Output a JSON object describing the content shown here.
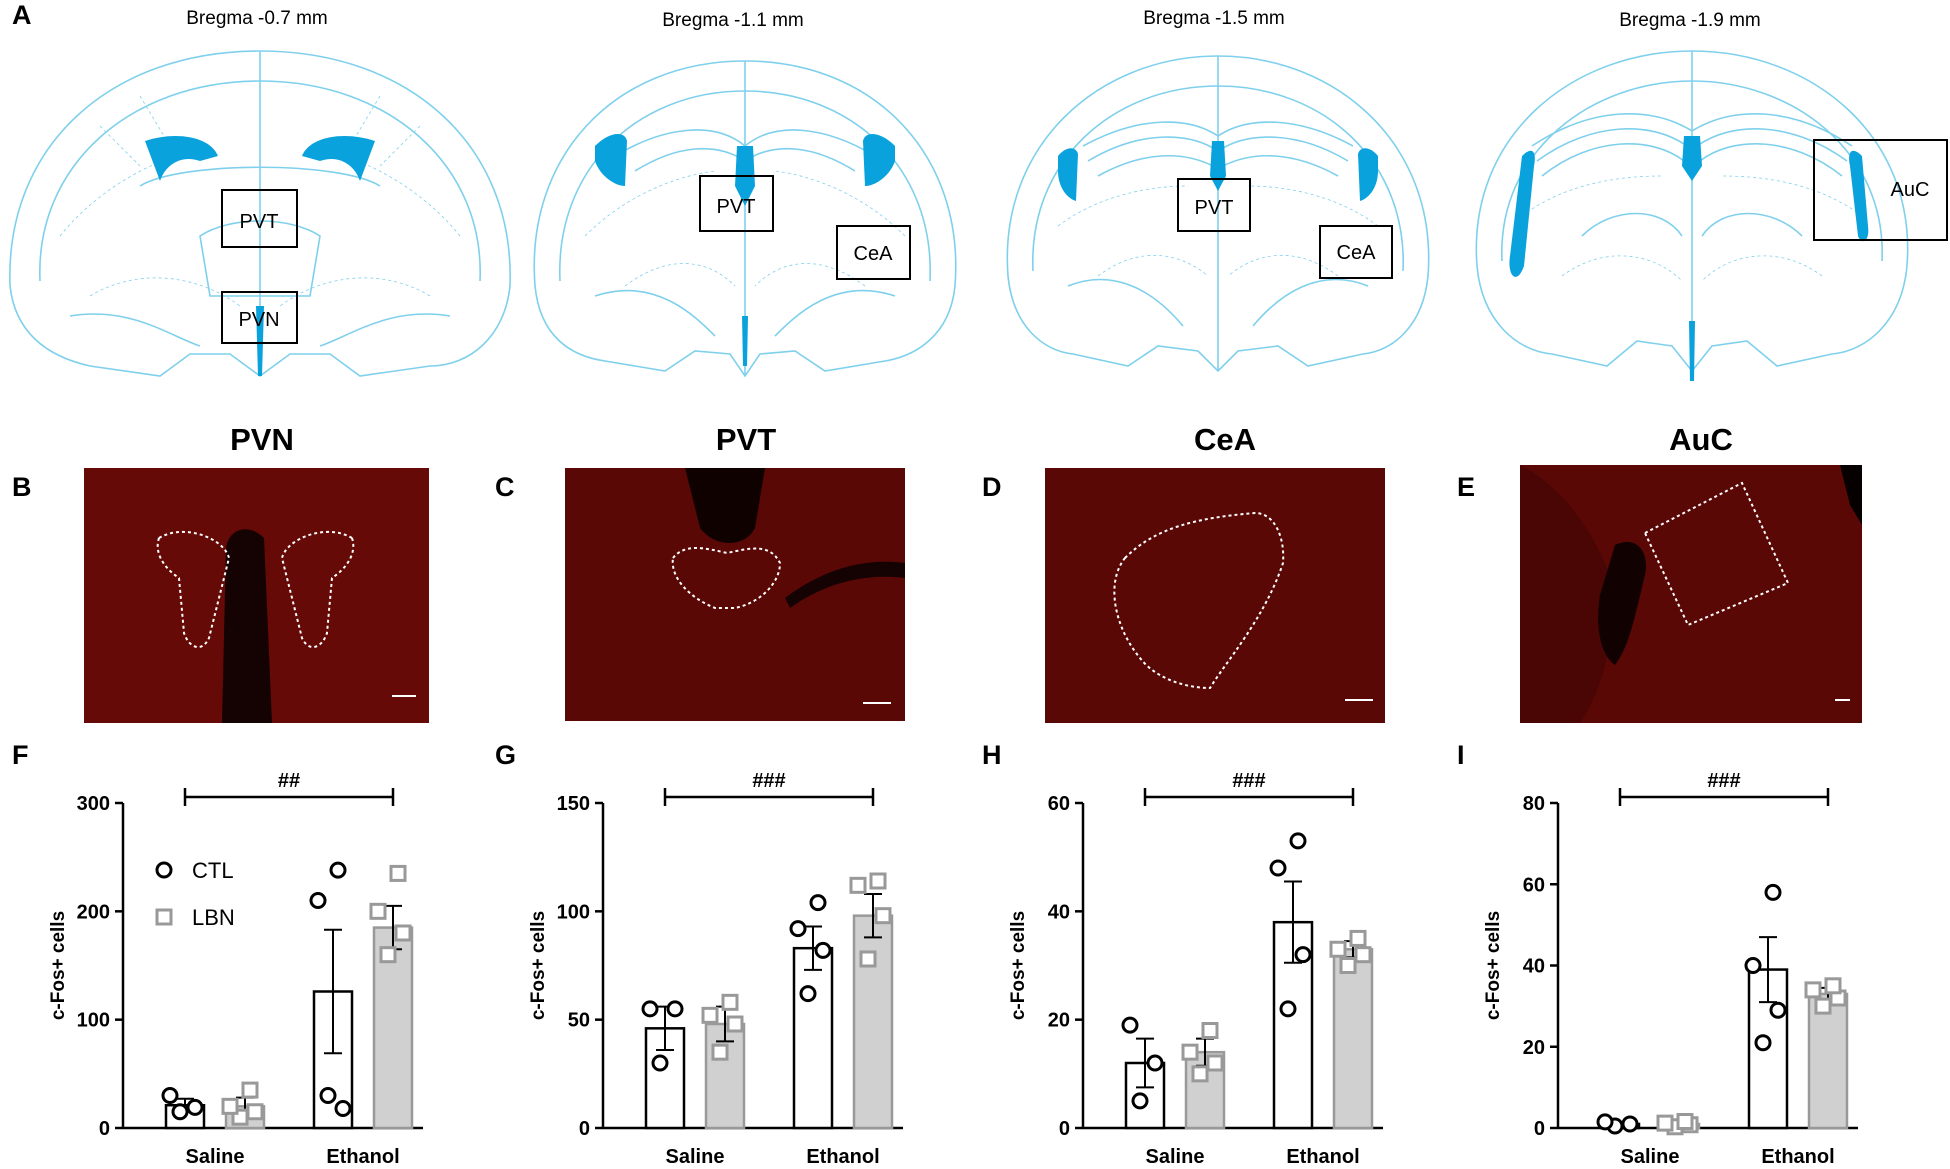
{
  "panel_a": {
    "letter": "A",
    "sections": [
      {
        "bregma": "Bregma -0.7 mm",
        "boxes": [
          "PVT",
          "PVN"
        ]
      },
      {
        "bregma": "Bregma -1.1 mm",
        "boxes": [
          "PVT",
          "CeA"
        ]
      },
      {
        "bregma": "Bregma -1.5 mm",
        "boxes": [
          "PVT",
          "CeA"
        ]
      },
      {
        "bregma": "Bregma -1.9 mm",
        "boxes": [
          "AuC"
        ]
      }
    ]
  },
  "micrographs": [
    {
      "letter": "B",
      "title": "PVN"
    },
    {
      "letter": "C",
      "title": "PVT"
    },
    {
      "letter": "D",
      "title": "CeA"
    },
    {
      "letter": "E",
      "title": "AuC"
    }
  ],
  "colors": {
    "atlas_line": "#7fd0ec",
    "atlas_fill": "#0aa2dc",
    "micro_bg": "#5a0806",
    "ctl": "#000000",
    "lbn": "#999999",
    "lbn_bar": "#d0d0d0"
  },
  "legend": {
    "ctl": "CTL",
    "lbn": "LBN"
  },
  "chart_data": [
    {
      "panel": "F",
      "type": "bar",
      "ylabel": "c-Fos+ cells",
      "ylim": [
        0,
        300
      ],
      "yticks": [
        "0",
        "100",
        "200",
        "300"
      ],
      "categories": [
        "Saline",
        "Ethanol"
      ],
      "significance": "##",
      "series": [
        {
          "name": "CTL",
          "values": [
            21,
            126
          ],
          "sem": [
            6,
            57
          ],
          "points": [
            [
              15,
              19,
              30
            ],
            [
              30,
              18,
              210,
              238
            ]
          ]
        },
        {
          "name": "LBN",
          "values": [
            20,
            185
          ],
          "sem": [
            8,
            20
          ],
          "points": [
            [
              10,
              15,
              20,
              35
            ],
            [
              160,
              180,
              200,
              235
            ]
          ]
        }
      ]
    },
    {
      "panel": "G",
      "type": "bar",
      "ylabel": "c-Fos+ cells",
      "ylim": [
        0,
        150
      ],
      "yticks": [
        "0",
        "50",
        "100",
        "150"
      ],
      "categories": [
        "Saline",
        "Ethanol"
      ],
      "significance": "###",
      "series": [
        {
          "name": "CTL",
          "values": [
            46,
            83
          ],
          "sem": [
            10,
            10
          ],
          "points": [
            [
              30,
              55,
              55
            ],
            [
              62,
              82,
              92,
              104
            ]
          ]
        },
        {
          "name": "LBN",
          "values": [
            48,
            98
          ],
          "sem": [
            8,
            10
          ],
          "points": [
            [
              35,
              48,
              52,
              58
            ],
            [
              78,
              98,
              112,
              114
            ]
          ]
        }
      ]
    },
    {
      "panel": "H",
      "type": "bar",
      "ylabel": "c-Fos+ cells",
      "ylim": [
        0,
        60
      ],
      "yticks": [
        "0",
        "20",
        "40",
        "60"
      ],
      "categories": [
        "Saline",
        "Ethanol"
      ],
      "significance": "###",
      "series": [
        {
          "name": "CTL",
          "values": [
            12,
            38
          ],
          "sem": [
            4.5,
            7.5
          ],
          "points": [
            [
              5,
              12,
              19
            ],
            [
              22,
              32,
              48,
              53
            ]
          ]
        },
        {
          "name": "LBN",
          "values": [
            14,
            33
          ],
          "sem": [
            2.5,
            1.5
          ],
          "points": [
            [
              10,
              12,
              14,
              18
            ],
            [
              30,
              32,
              33,
              35
            ]
          ]
        }
      ]
    },
    {
      "panel": "I",
      "type": "bar",
      "ylabel": "c-Fos+ cells",
      "ylim": [
        0,
        80
      ],
      "yticks": [
        "0",
        "20",
        "40",
        "60",
        "80"
      ],
      "categories": [
        "Saline",
        "Ethanol"
      ],
      "significance": "###",
      "series": [
        {
          "name": "CTL",
          "values": [
            1,
            39
          ],
          "sem": [
            0.5,
            8
          ],
          "points": [
            [
              0.5,
              1,
              1.5
            ],
            [
              21,
              29,
              40,
              58
            ]
          ]
        },
        {
          "name": "LBN",
          "values": [
            1,
            33
          ],
          "sem": [
            0.5,
            1.5
          ],
          "points": [
            [
              0.3,
              0.8,
              1.2,
              1.6
            ],
            [
              30,
              32,
              34,
              35
            ]
          ]
        }
      ]
    }
  ]
}
